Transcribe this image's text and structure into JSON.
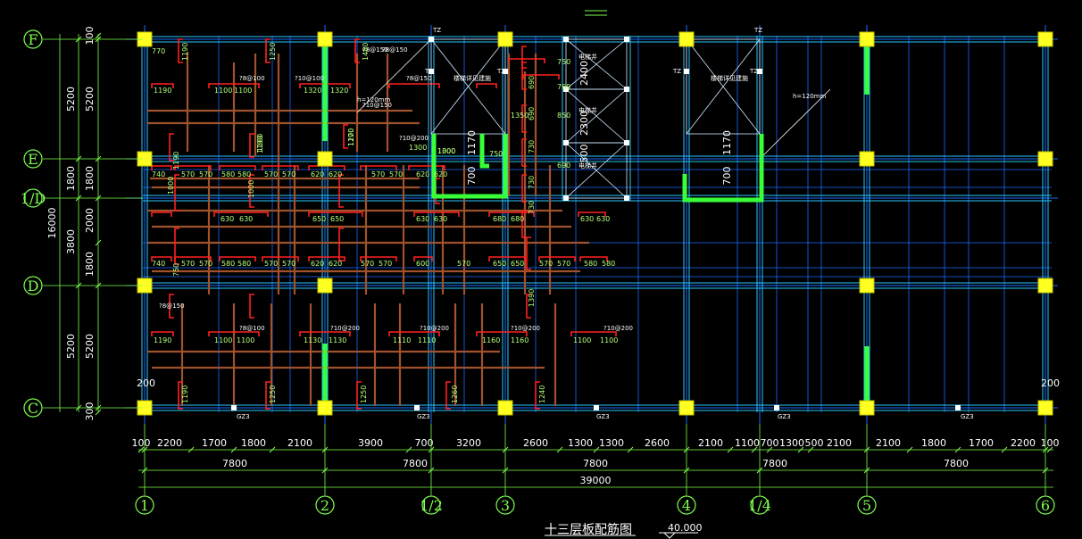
{
  "drawing": {
    "title": "十三层板配筋图",
    "elevation": "40.000",
    "colors": {
      "background": "#000000",
      "grid_line": "#1a6bff",
      "beam": "#27c8ff",
      "column": "#ffff22",
      "shear_wall": "#39ff39",
      "bottom_rebar": "#a0522d",
      "top_rebar": "#ff2020",
      "dimension": "#7dff4d",
      "text": "#ffffff"
    }
  },
  "axes": {
    "horizontal": [
      "1",
      "2",
      "1/2",
      "3",
      "4",
      "1/4",
      "5",
      "6"
    ],
    "vertical": [
      "F",
      "E",
      "1/D",
      "D",
      "C"
    ]
  },
  "dimensions": {
    "bottom_detail": [
      "100",
      "2200",
      "1700",
      "1800",
      "2100",
      "3900",
      "700",
      "3200",
      "2600",
      "1300",
      "1300",
      "2600",
      "2100",
      "1100",
      "700",
      "1300",
      "500",
      "2100",
      "2100",
      "1800",
      "1700",
      "2200",
      "100"
    ],
    "bottom_bays": [
      "7800",
      "7800",
      "7800",
      "7800",
      "7800"
    ],
    "bottom_total": "39000",
    "left_detail": [
      "100",
      "5200",
      "1800",
      "2000",
      "1800",
      "5200",
      "300"
    ],
    "left_bays": [
      "5200",
      "1800",
      "3800",
      "5200"
    ],
    "left_total": "16000",
    "stair_dims": [
      "2400",
      "2300",
      "500",
      "1170",
      "700",
      "1170",
      "700"
    ],
    "edge_marks": [
      "200",
      "200"
    ]
  },
  "annotations": {
    "column_tags": [
      "TZ",
      "TZ",
      "TZ",
      "TZ",
      "TZ",
      "TZ"
    ],
    "gz_tags": [
      "GZ3",
      "GZ3",
      "GZ3",
      "GZ3",
      "GZ3"
    ],
    "stair_notes": [
      "楼梯详见建施",
      "楼梯详见建施",
      "电梯井",
      "电梯井",
      "电梯井"
    ],
    "slab_thickness": [
      "h=120mm",
      "h=120mm"
    ],
    "rebar_specs": [
      "?8@100",
      "?10@100",
      "?8@150",
      "?8@150",
      "?10@150",
      "?8@150",
      "?10@200",
      "?8@100",
      "?10@200",
      "?10@200",
      "?10@200",
      "?10@200",
      "?8@150"
    ],
    "rebar_lengths": [
      "1190",
      "1100",
      "1100",
      "1320",
      "1320",
      "1190",
      "1100",
      "1100",
      "1130",
      "1130",
      "1110",
      "1110",
      "1160",
      "1160",
      "1100",
      "1100",
      "740",
      "570",
      "570",
      "580",
      "580",
      "570",
      "570",
      "620",
      "620",
      "570",
      "570",
      "620",
      "620",
      "630",
      "630",
      "650",
      "650",
      "630",
      "630",
      "680",
      "680",
      "630",
      "630",
      "740",
      "570",
      "570",
      "580",
      "580",
      "570",
      "570",
      "620",
      "620",
      "570",
      "570",
      "600",
      "570",
      "650",
      "650",
      "570",
      "570",
      "580",
      "580",
      "1190",
      "1250",
      "1250",
      "1260",
      "1240",
      "1190",
      "1250",
      "1480",
      "1190",
      "1190",
      "1100",
      "1100",
      "1270",
      "1300",
      "1000",
      "1000",
      "1300",
      "1000",
      "750",
      "750",
      "760",
      "850",
      "690",
      "690",
      "690",
      "730",
      "730",
      "730",
      "1390",
      "1350",
      "750",
      "770"
    ]
  }
}
